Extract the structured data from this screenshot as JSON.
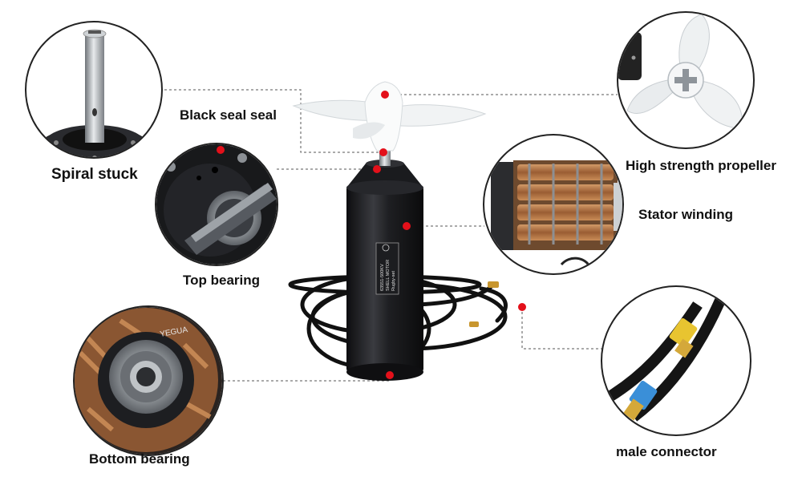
{
  "labels": {
    "spiral_stuck": "Spiral stuck",
    "black_seal_seal": "Black seal seal",
    "top_bearing": "Top bearing",
    "bottom_bearing": "Bottom bearing",
    "high_strength_propeller": "High strength propeller",
    "stator_winding": "Stator winding",
    "male_connector": "male connector"
  },
  "motor_plate": {
    "line1": "63551-500KV",
    "line2": "SHELL MOTOR",
    "line3": "Rugby-set"
  },
  "board_text": "YEGUA",
  "colors": {
    "callout_dot": "#e3101a",
    "callout_line": "#555555",
    "motor_body": "#1c1d20",
    "propeller": "#f2f4f5",
    "copper": "#b77a48",
    "brass": "#d4a83a",
    "sleeve_blue": "#3a8fd8",
    "sleeve_yellow": "#e8c430"
  }
}
